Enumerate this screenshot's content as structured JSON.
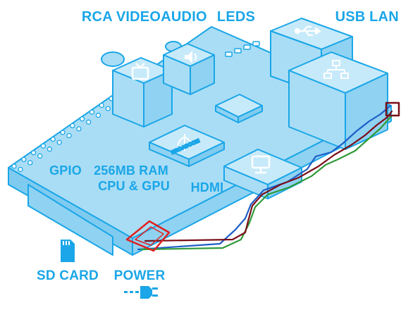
{
  "labels": {
    "rca_video": "RCA VIDEO",
    "audio": "AUDIO",
    "leds": "LEDS",
    "usb": "USB",
    "lan": "LAN",
    "gpio": "GPIO",
    "ram_line1": "256MB RAM",
    "ram_line2": "CPU & GPU",
    "hdmi": "HDMI",
    "sd_card": "SD CARD",
    "power": "POWER",
    "chip_brand": "BROADCOM"
  },
  "colors": {
    "board_fill": "#a9ddf5",
    "board_stroke": "#1aa6e8",
    "label": "#1aa6e8",
    "trace_red": "#e02020",
    "trace_darkred": "#7a0f1a",
    "trace_green": "#2f9a3a",
    "trace_blue": "#1e5fc8"
  },
  "icons": [
    "tv-icon",
    "speaker-icon",
    "usb-icon",
    "network-icon",
    "monitor-icon",
    "sd-card-icon",
    "power-plug-icon",
    "broadcom-logo-icon"
  ]
}
